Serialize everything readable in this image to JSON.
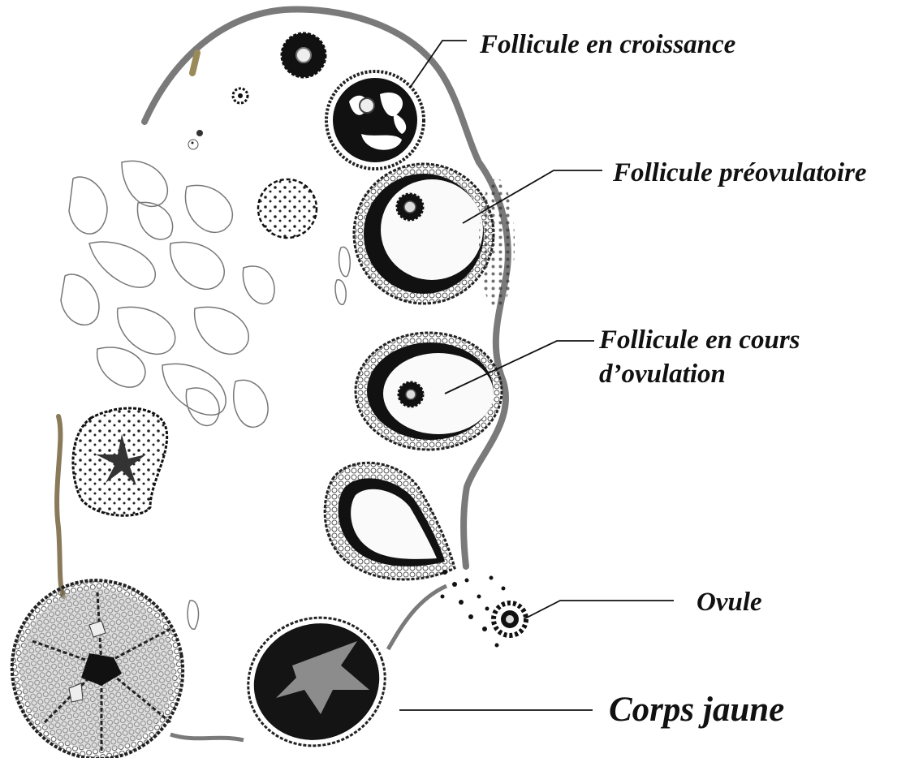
{
  "labels": {
    "growing": "Follicule en croissance",
    "preovulatory": "Follicule préovulatoire",
    "ovulating_line1": "Follicule en cours",
    "ovulating_line2": "d’ovulation",
    "ovule": "Ovule",
    "corpus_luteum": "Corps jaune"
  },
  "colors": {
    "ink": "#111111",
    "capsule": "#7a7a7a",
    "capsule_accent": "#9a8a5a",
    "luteum_dark": "#141414",
    "luteum_gray": "#8c8c8c"
  }
}
